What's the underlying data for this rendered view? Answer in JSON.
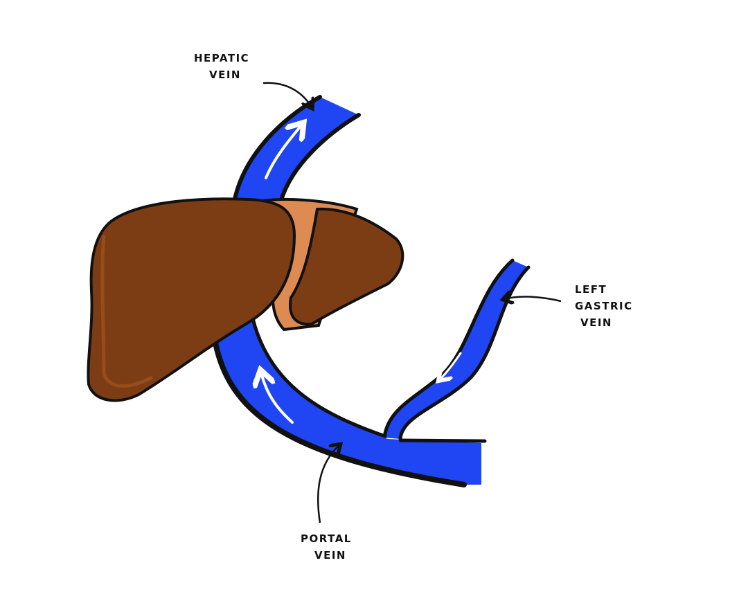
{
  "title": "Portal venous system and liver",
  "labels": {
    "hepatic_vein": [
      "HEPATIC",
      "VEIN"
    ],
    "left_gastric_vein": [
      "LEFT",
      "GASTRIC",
      "VEIN"
    ],
    "portal_vein": [
      "PORTAL",
      "VEIN"
    ]
  },
  "colors": {
    "vein": "#1f46f2",
    "liver": "#7c3d15",
    "liver_edge": "#a9561f",
    "liver_middle": "#dd8b52",
    "outline": "#111111",
    "flow_arrow": "#ffffff"
  }
}
